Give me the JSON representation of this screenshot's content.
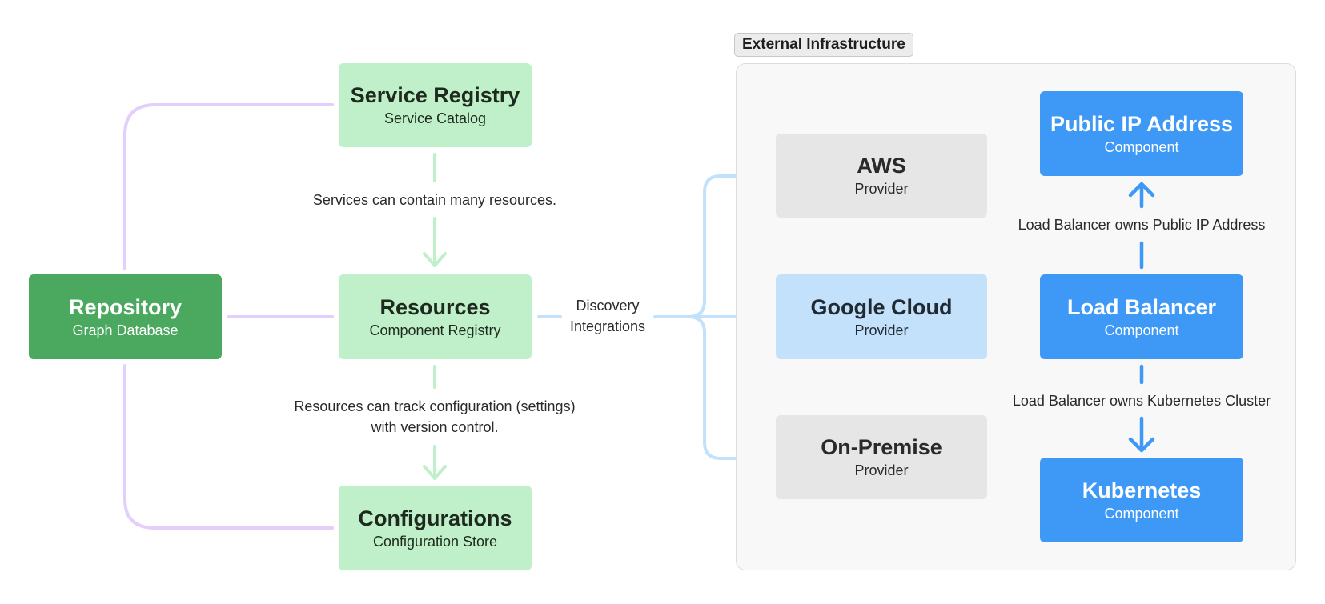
{
  "external": {
    "title": "External Infrastructure"
  },
  "nodes": {
    "repository": {
      "title": "Repository",
      "subtitle": "Graph Database"
    },
    "service_registry": {
      "title": "Service Registry",
      "subtitle": "Service Catalog"
    },
    "resources": {
      "title": "Resources",
      "subtitle": "Component Registry"
    },
    "configurations": {
      "title": "Configurations",
      "subtitle": "Configuration Store"
    },
    "aws": {
      "title": "AWS",
      "subtitle": "Provider"
    },
    "google_cloud": {
      "title": "Google Cloud",
      "subtitle": "Provider"
    },
    "on_premise": {
      "title": "On-Premise",
      "subtitle": "Provider"
    },
    "public_ip": {
      "title": "Public IP Address",
      "subtitle": "Component"
    },
    "load_balancer": {
      "title": "Load Balancer",
      "subtitle": "Component"
    },
    "kubernetes": {
      "title": "Kubernetes",
      "subtitle": "Component"
    }
  },
  "edge_labels": {
    "services_resources": "Services can contain many resources.",
    "resources_config_line1": "Resources can track configuration (settings)",
    "resources_config_line2": "with version control.",
    "discovery_line1": "Discovery",
    "discovery_line2": "Integrations",
    "lb_public_ip": "Load Balancer owns Public IP Address",
    "lb_kubernetes": "Load Balancer owns Kubernetes Cluster"
  },
  "colors": {
    "repository": "#4aa85f",
    "registry_nodes": "#bff0c9",
    "provider_grey": "#e6e6e6",
    "provider_google": "#c4e1fb",
    "component_blue": "#3d99f5",
    "repo_connector": "#e2cffb",
    "green_arrow": "#bff0c9",
    "discovery_arrow": "#c4e1fb"
  }
}
